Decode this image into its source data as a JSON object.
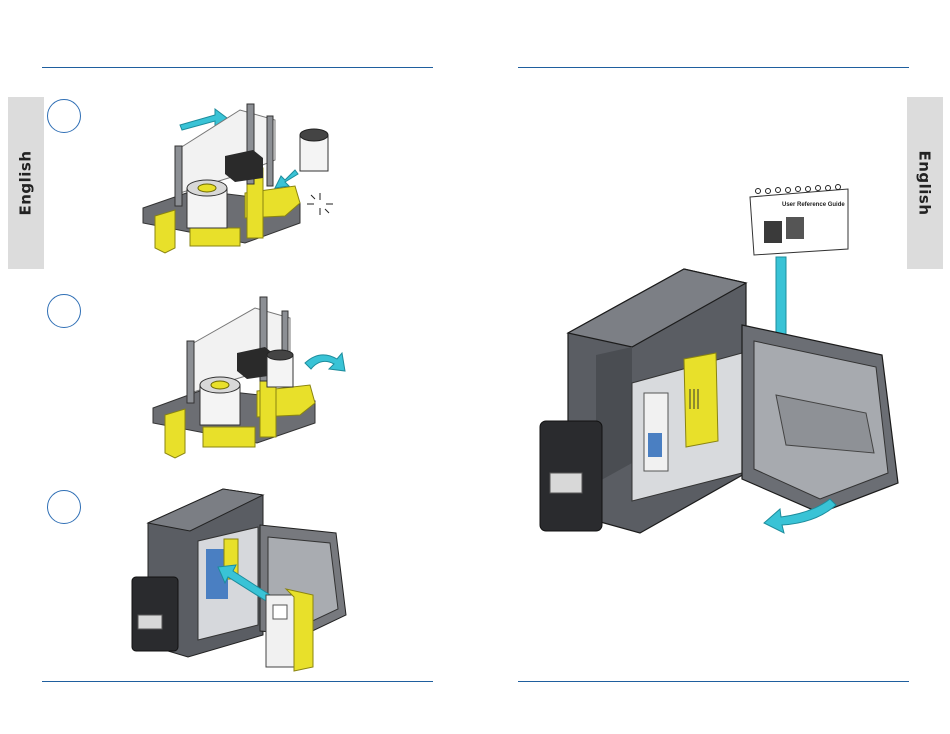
{
  "left_page": {
    "side_tab_label": "English",
    "steps": [
      {
        "illustration": "ribbon-install-cartridge"
      },
      {
        "illustration": "ribbon-rotate-spool"
      },
      {
        "illustration": "insert-cartridge-printer"
      }
    ]
  },
  "right_page": {
    "side_tab_label": "English",
    "booklet_title": "User Reference Guide",
    "illustration": "printer-door-guide"
  },
  "colors": {
    "rule": "#1f5f9e",
    "tab_bg": "#dcdcdc",
    "step_circle": "#2f6fb5",
    "arrow_cyan": "#39c3d6",
    "cartridge_yellow": "#e8e02a",
    "printer_gray": "#5a5d63"
  }
}
